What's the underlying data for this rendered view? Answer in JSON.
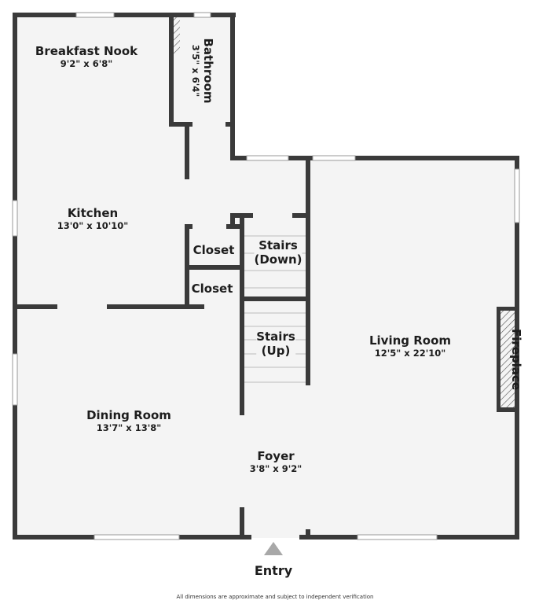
{
  "rooms": {
    "breakfast_nook": {
      "name": "Breakfast Nook",
      "dim": "9'2\" x 6'8\""
    },
    "bathroom": {
      "name": "Bathroom",
      "dim": "3'5\" x 6'4\""
    },
    "kitchen": {
      "name": "Kitchen",
      "dim": "13'0\" x 10'10\""
    },
    "closet1": {
      "name": "Closet"
    },
    "closet2": {
      "name": "Closet"
    },
    "stairs_down": {
      "name": "Stairs",
      "sub": "(Down)"
    },
    "stairs_up": {
      "name": "Stairs",
      "sub": "(Up)"
    },
    "living_room": {
      "name": "Living Room",
      "dim": "12'5\" x 22'10\""
    },
    "fireplace": {
      "name": "Fireplace"
    },
    "dining_room": {
      "name": "Dining Room",
      "dim": "13'7\" x 13'8\""
    },
    "foyer": {
      "name": "Foyer",
      "dim": "3'8\" x 9'2\""
    }
  },
  "entry": {
    "label": "Entry"
  },
  "disclaimer": "All dimensions are approximate and subject to independent verification",
  "colors": {
    "wall": "#3a3a3a",
    "floor": "#f4f4f4",
    "marker": "#a8a8a8"
  }
}
